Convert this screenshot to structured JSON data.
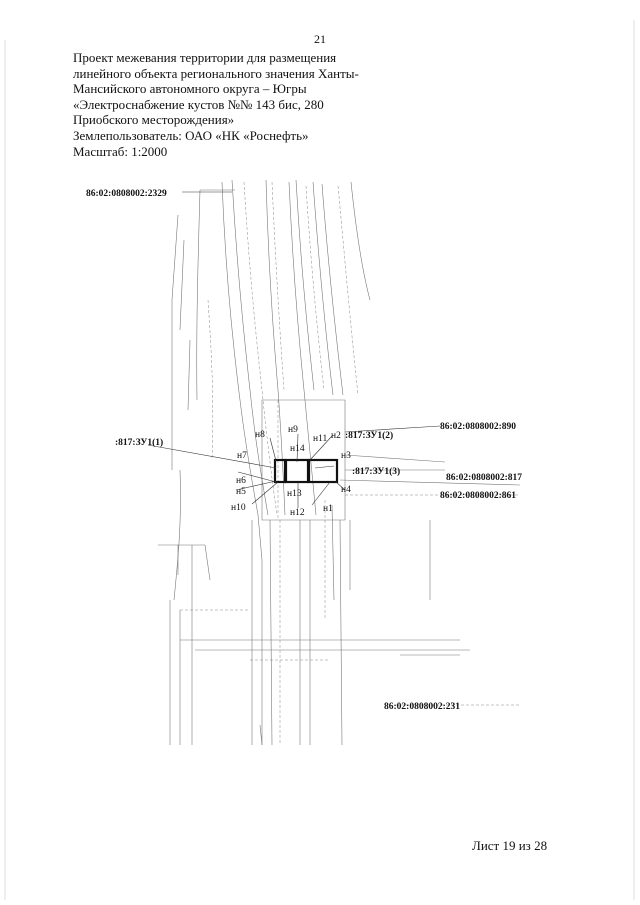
{
  "page_number": "21",
  "header": {
    "lines": [
      "Проект межевания территории для размещения",
      "линейного объекта регионального значения Ханты-",
      "Мансийского автономного округа – Югры",
      "«Электроснабжение кустов №№ 143 бис, 280",
      "Приобского месторождения»",
      "Землепользователь: ОАО «НК «Роснефть»",
      "Масштаб: 1:2000"
    ]
  },
  "drawing": {
    "cadastral_labels": {
      "top_left": "86:02:0808002:2329",
      "right_890": "86:02:0808002:890",
      "right_817": "86:02:0808002:817",
      "right_861": "86:02:0808002:861",
      "bottom": "86:02:0808002:231"
    },
    "parcel_labels": {
      "zu1_1": ":817:ЗУ1(1)",
      "zu1_2": ":817:ЗУ1(2)",
      "zu1_3": ":817:ЗУ1(3)"
    },
    "points": {
      "n1": "н1",
      "n2": "н2",
      "n3": "н3",
      "n4": "н4",
      "n5": "н5",
      "n6": "н6",
      "n7": "н7",
      "n8": "н8",
      "n9": "н9",
      "n10": "н10",
      "n11": "н11",
      "n12": "н12",
      "n13": "н13",
      "n14": "н14"
    }
  },
  "footer": {
    "sheet": "Лист 19 из 28"
  }
}
